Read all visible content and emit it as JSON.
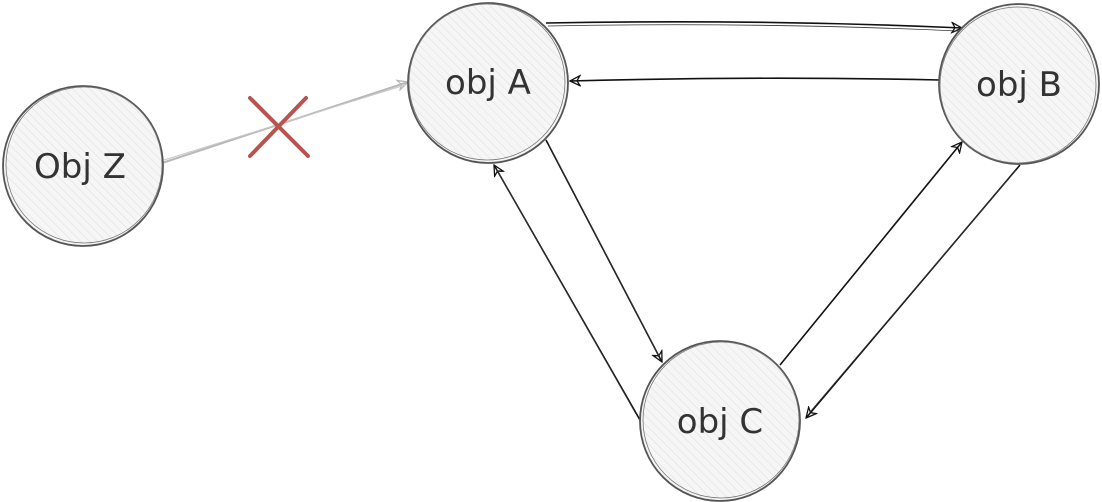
{
  "diagram": {
    "nodes": {
      "z": {
        "label": "Obj Z"
      },
      "a": {
        "label": "obj A"
      },
      "b": {
        "label": "obj B"
      },
      "c": {
        "label": "obj C"
      }
    },
    "edges": [
      {
        "from": "Obj Z",
        "to": "obj A",
        "status": "blocked"
      },
      {
        "from": "obj A",
        "to": "obj B"
      },
      {
        "from": "obj B",
        "to": "obj A"
      },
      {
        "from": "obj A",
        "to": "obj C"
      },
      {
        "from": "obj C",
        "to": "obj A"
      },
      {
        "from": "obj C",
        "to": "obj B"
      },
      {
        "from": "obj B",
        "to": "obj C"
      }
    ],
    "colors": {
      "stroke": "#555555",
      "fill": "#f2f2f2",
      "arrow": "#111111",
      "blocked_arrow": "#b8b8b8",
      "cross": "#b85450"
    }
  }
}
